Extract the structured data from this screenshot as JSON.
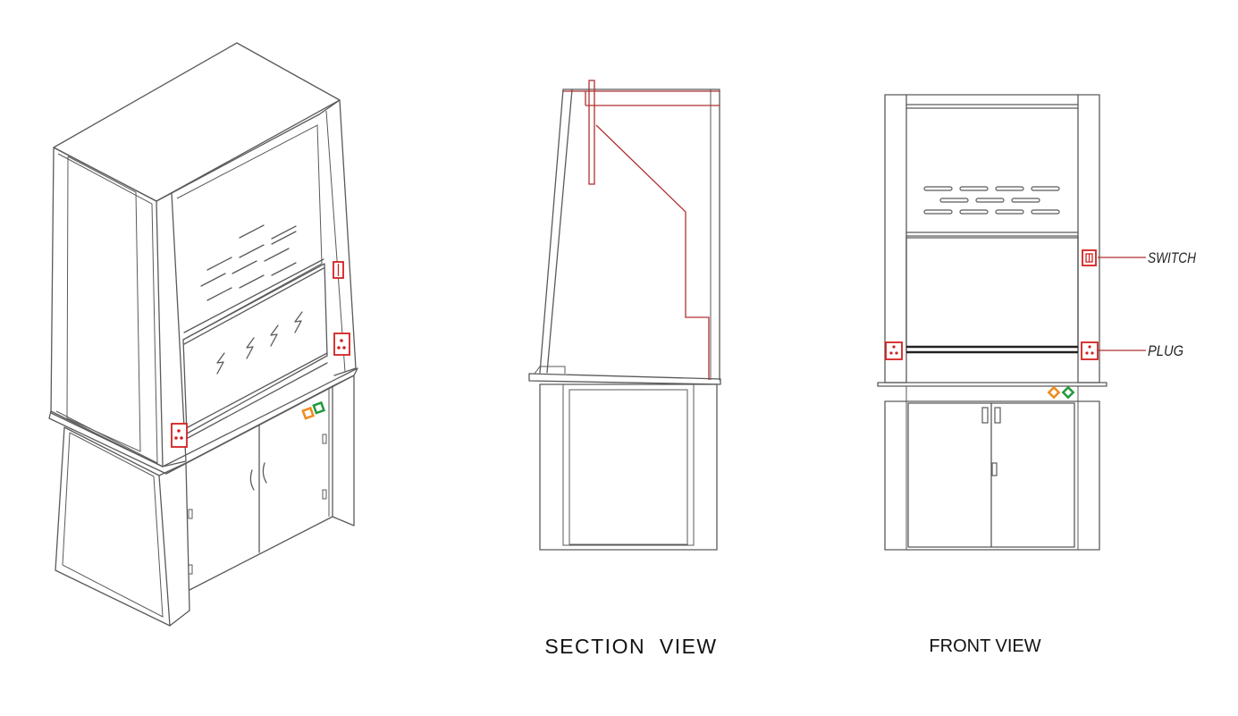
{
  "labels": {
    "section_view": "SECTION  VIEW",
    "front_view": "FRONT VIEW",
    "switch_callout": "SWITCH",
    "plug_callout": "PLUG"
  },
  "colors": {
    "outline": "#5a5a5a",
    "section_lines": "#b03030",
    "sockets": "#d42020",
    "knob_orange": "#f08a1c",
    "knob_green": "#1f9a3a"
  }
}
